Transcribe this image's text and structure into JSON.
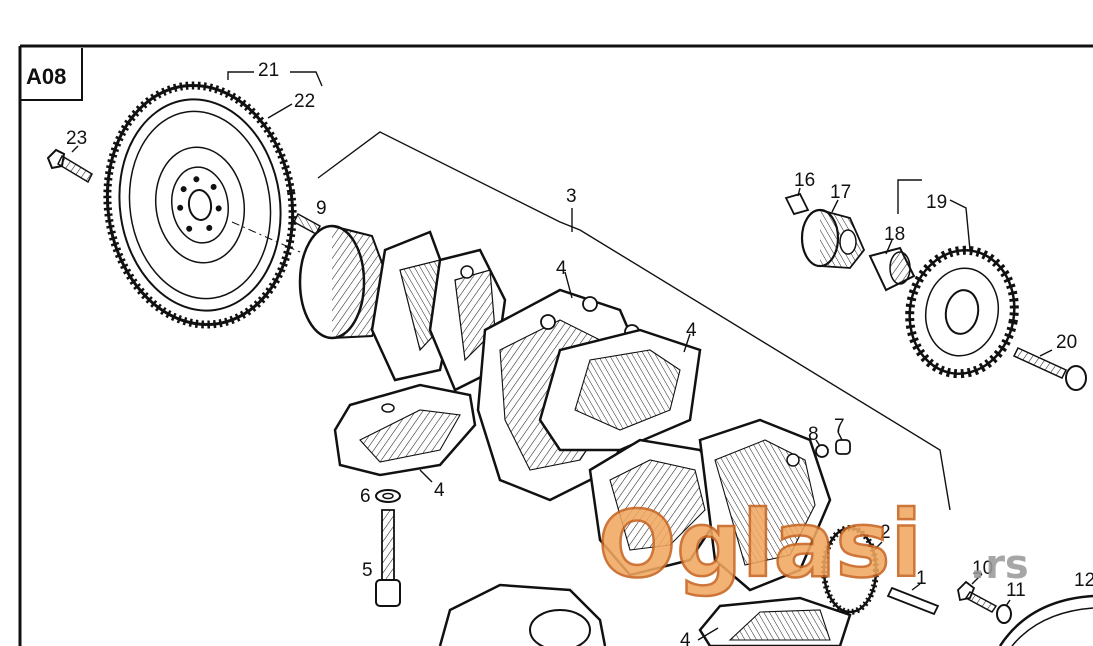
{
  "diagram": {
    "section_code": "A08",
    "part_numbers": {
      "p1": "1",
      "p2": "2",
      "p3": "3",
      "p4a": "4",
      "p4b": "4",
      "p4c": "4",
      "p4d": "4",
      "p5": "5",
      "p6": "6",
      "p7": "7",
      "p8": "8",
      "p9": "9",
      "p10": "10",
      "p11": "11",
      "p12": "12",
      "p16": "16",
      "p17": "17",
      "p18": "18",
      "p19": "19",
      "p20": "20",
      "p21": "21",
      "p22": "22",
      "p23": "23"
    }
  },
  "watermark": {
    "brand": "Oglasi",
    "suffix": ".rs"
  },
  "colors": {
    "ink": "#111111",
    "paper": "#ffffff",
    "watermark_fill": "#f0a860",
    "watermark_stroke": "#c8641e",
    "watermark_suffix": "#9a9a9a"
  }
}
